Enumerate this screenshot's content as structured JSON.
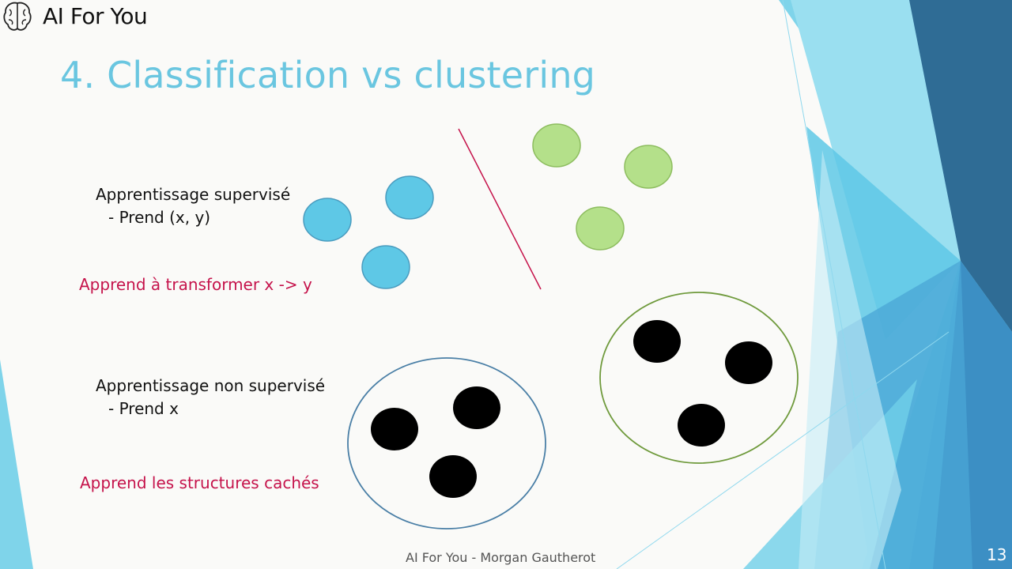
{
  "header": {
    "brand": "AI For You",
    "logo_icon": "brain-icon"
  },
  "slide": {
    "title": "4. Classification vs clustering",
    "supervised": {
      "heading": "Apprentissage supervisé",
      "input": "- Prend (x, y)",
      "description": "Apprend à transformer x -> y"
    },
    "unsupervised": {
      "heading": "Apprentissage non supervisé",
      "input": "- Prend x",
      "description": "Apprend les structures cachés"
    }
  },
  "footer": {
    "text": "AI For You - Morgan Gautherot",
    "page_number": "13"
  },
  "colors": {
    "title": "#6ac6e0",
    "accent_red": "#c5134b",
    "blue_point": "#5ec8e6",
    "green_point": "#b4e08a",
    "cluster_blue_outline": "#4a7fa6",
    "cluster_green_outline": "#6f9a3c"
  }
}
